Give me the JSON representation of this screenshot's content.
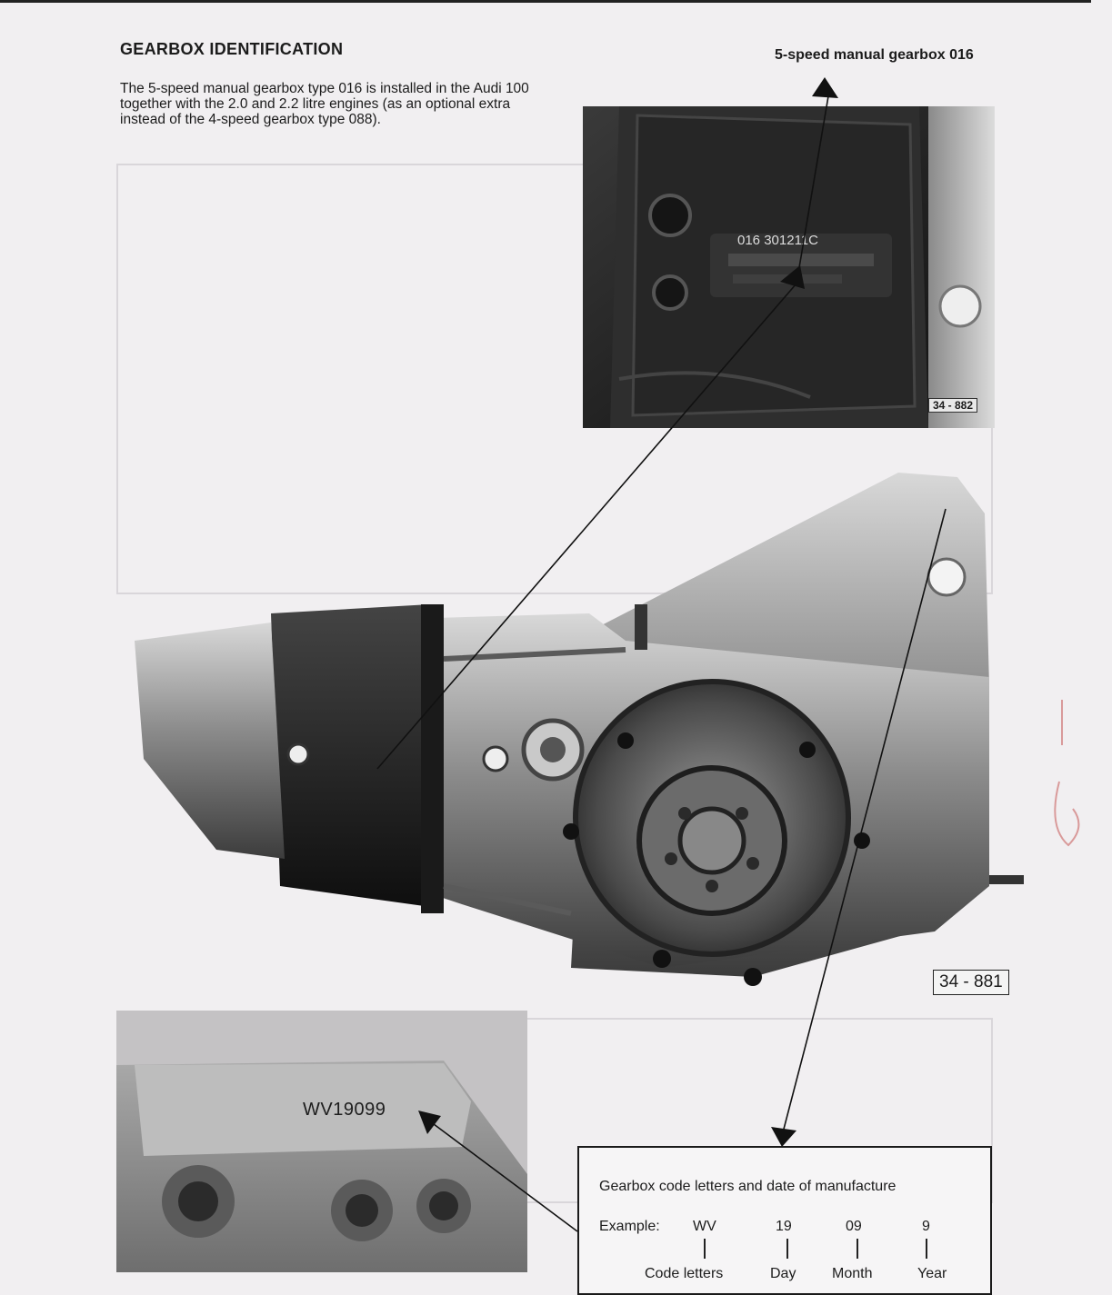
{
  "page": {
    "title": "GEARBOX IDENTIFICATION",
    "header_right": "5-speed manual gearbox 016",
    "intro": "The 5-speed manual gearbox type 016 is installed in the Audi 100 together with the 2.0 and 2.2 litre engines (as an optional extra instead of the 4-speed gearbox type 088)."
  },
  "figures": {
    "inset_ref": "34 - 882",
    "main_ref": "34 - 881",
    "inset_stamp": "016 301211C",
    "side_stamp": "WV19099"
  },
  "code_box": {
    "title": "Gearbox code letters and date of manufacture",
    "example_label": "Example:",
    "code": "WV",
    "day": "19",
    "month": "09",
    "year": "9",
    "labels": [
      "Code letters",
      "Day",
      "Month",
      "Year"
    ]
  },
  "colors": {
    "paper": "#f1eff1",
    "ink": "#1c1c1c"
  }
}
